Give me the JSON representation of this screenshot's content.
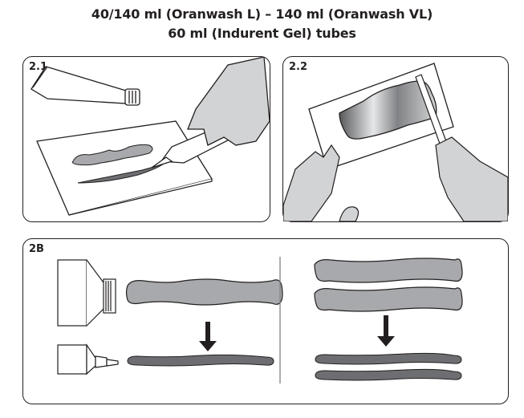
{
  "header": {
    "line1": "40/140 ml (Oranwash L) – 140 ml (Oranwash VL)",
    "line2": "60 ml (Indurent Gel) tubes"
  },
  "panels": [
    {
      "label": "2.1",
      "description_icon": "tube-and-syringe-spreading-paste"
    },
    {
      "label": "2.2",
      "description_icon": "spatula-mixing-paste"
    },
    {
      "label": "2B",
      "description_icon": "bead-size-comparison"
    }
  ],
  "colors": {
    "outline": "#231f20",
    "paste_light": "#a7a9ac",
    "paste_dark": "#6d6e71",
    "glove": "#d1d3d4"
  }
}
